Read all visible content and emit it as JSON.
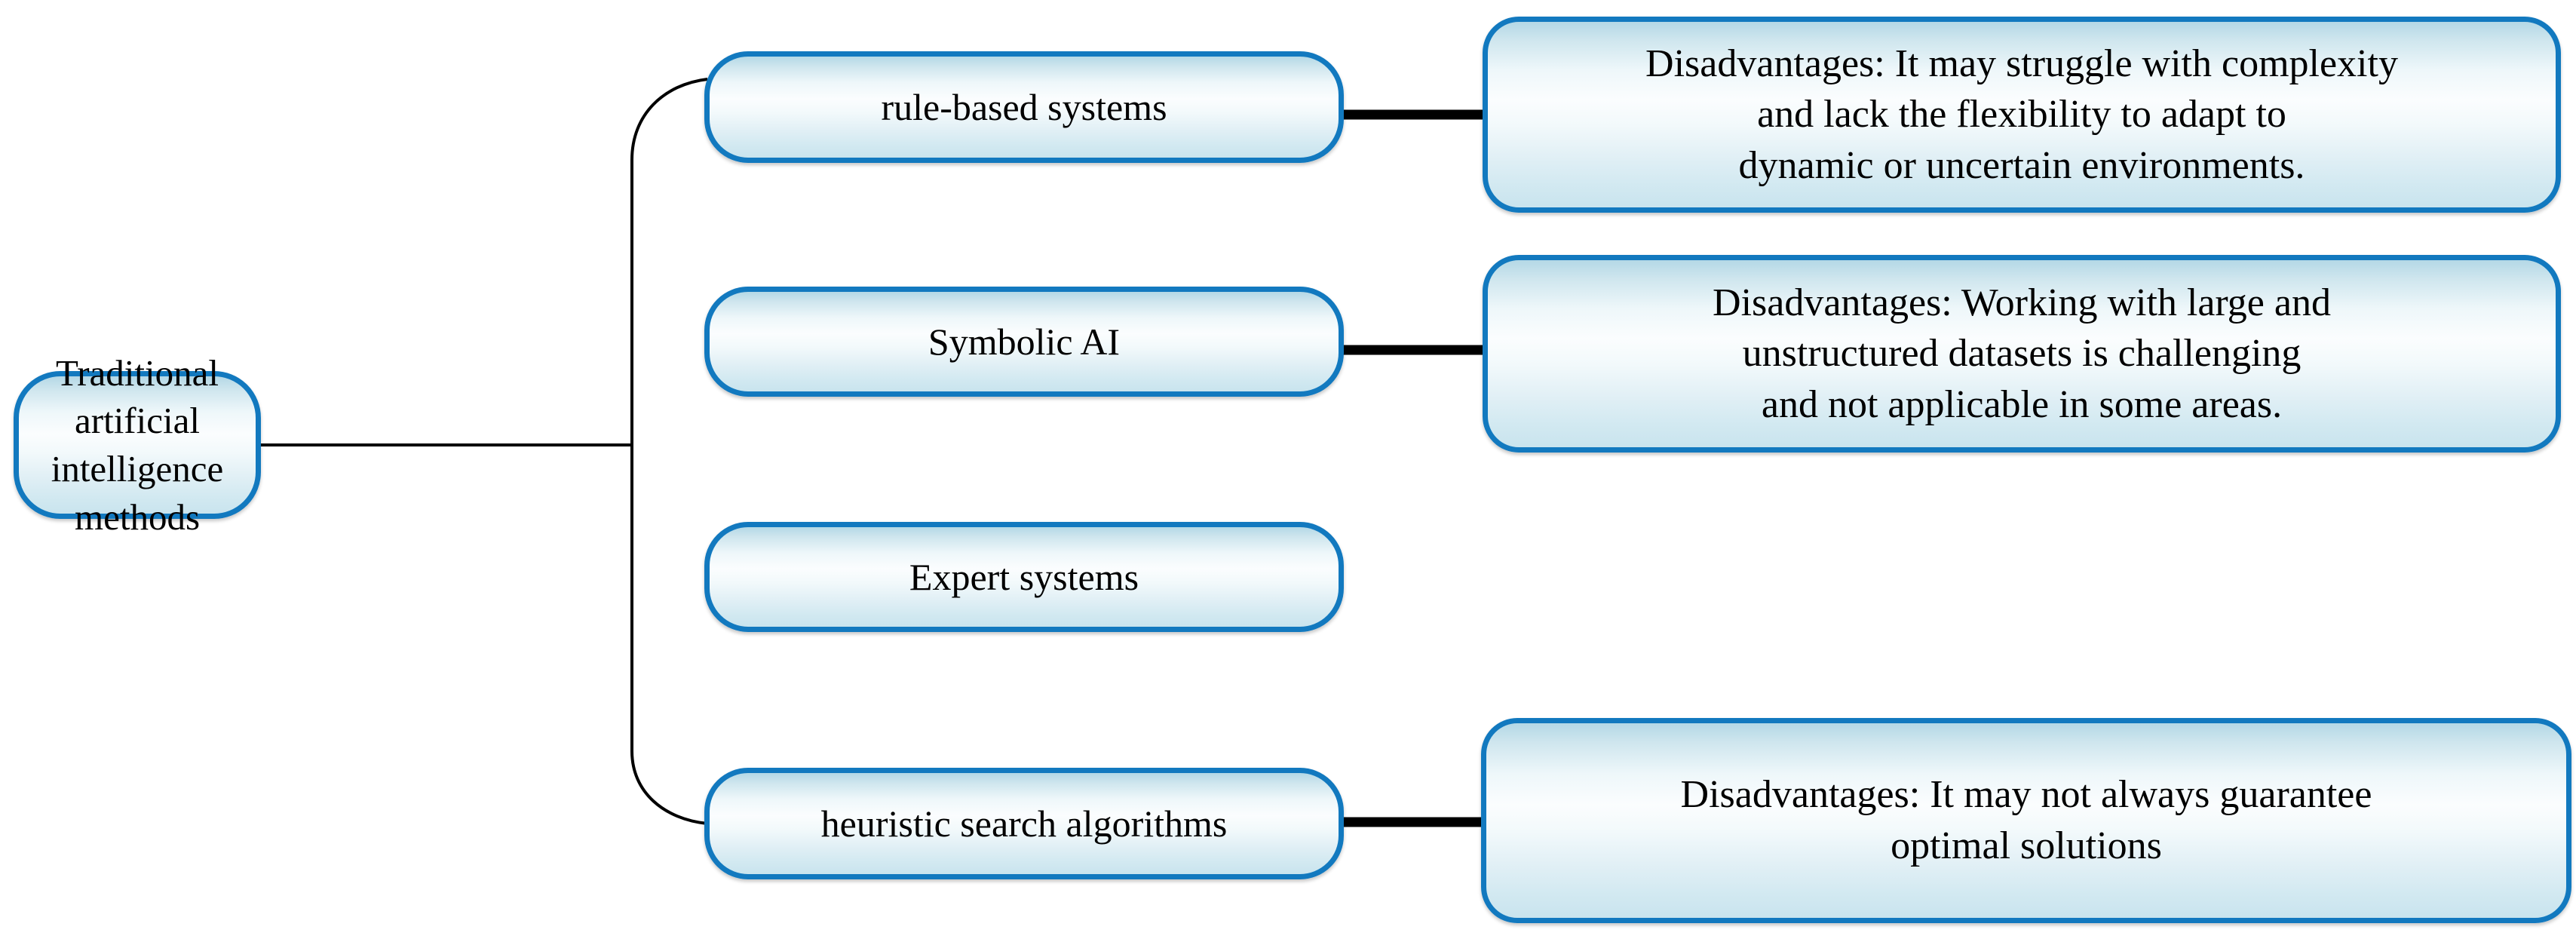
{
  "diagram": {
    "type": "tree-mindmap",
    "title_node": "Traditional artificial\nintelligence methods",
    "root": {
      "label": "Traditional artificial\nintelligence methods"
    },
    "branches": [
      {
        "id": "rule-based-systems",
        "label": "rule-based systems",
        "detail": "Disadvantages: It may struggle with complexity\nand lack the flexibility to adapt to\ndynamic or uncertain environments."
      },
      {
        "id": "symbolic-ai",
        "label": "Symbolic AI",
        "detail": "Disadvantages: Working with large and\nunstructured datasets is challenging\nand not applicable in some areas."
      },
      {
        "id": "expert-systems",
        "label": "Expert systems",
        "detail": null
      },
      {
        "id": "heuristic-search-algorithms",
        "label": "heuristic search algorithms",
        "detail": "Disadvantages: It may not always guarantee\noptimal solutions"
      }
    ],
    "colors": {
      "node_border": "#1279bf",
      "node_fill_top": "#b4d8e6",
      "node_fill_mid": "#fbfdfe",
      "node_fill_bottom": "#c9e4ee",
      "connector_thin": "#000000",
      "connector_thick": "#000000",
      "background": "#ffffff",
      "text": "#000000"
    }
  }
}
